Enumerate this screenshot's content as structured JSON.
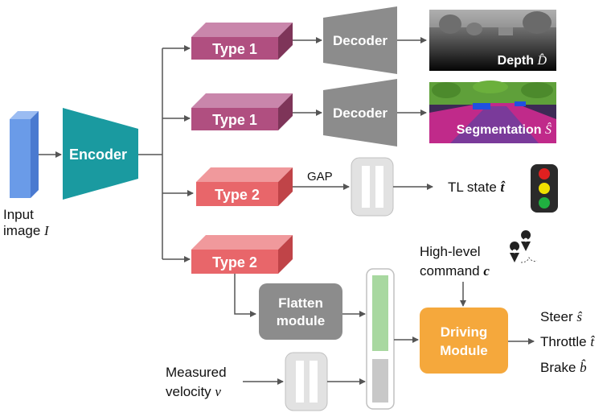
{
  "input": {
    "line1": "Input",
    "line2": "image",
    "symbol": "I"
  },
  "encoder": {
    "label": "Encoder"
  },
  "heads": [
    {
      "label": "Type 1"
    },
    {
      "label": "Type 1"
    },
    {
      "label": "Type 2"
    },
    {
      "label": "Type 2"
    }
  ],
  "decoders": [
    {
      "label": "Decoder"
    },
    {
      "label": "Decoder"
    }
  ],
  "outputs": {
    "depth": {
      "text": "Depth",
      "symbol": "D̂"
    },
    "segmentation": {
      "text": "Segmentation",
      "symbol": "Ŝ"
    },
    "gap": "GAP",
    "tl_state": {
      "text": "TL state",
      "symbol": "t̂"
    }
  },
  "command": {
    "line1": "High-level",
    "line2": "command",
    "symbol": "c"
  },
  "flatten": {
    "line1": "Flatten",
    "line2": "module"
  },
  "velocity": {
    "line1": "Measured",
    "line2": "velocity",
    "symbol": "v"
  },
  "driving": {
    "line1": "Driving",
    "line2": "Module"
  },
  "controls": [
    {
      "text": "Steer",
      "symbol": "ŝ"
    },
    {
      "text": "Throttle",
      "symbol": "t̂"
    },
    {
      "text": "Brake",
      "symbol": "b̂"
    }
  ],
  "colors": {
    "type1": "#b04f80",
    "type2": "#e8666a",
    "encoder": "#1a9aa0",
    "input": "#6a9be8",
    "decoder": "#8c8c8c",
    "flatten": "#8c8c8c",
    "driving": "#f5a83c",
    "green_bar": "#a8d8a0",
    "traffic_light_red": "#e02020",
    "traffic_light_yellow": "#f0e000",
    "traffic_light_green": "#20b040"
  }
}
